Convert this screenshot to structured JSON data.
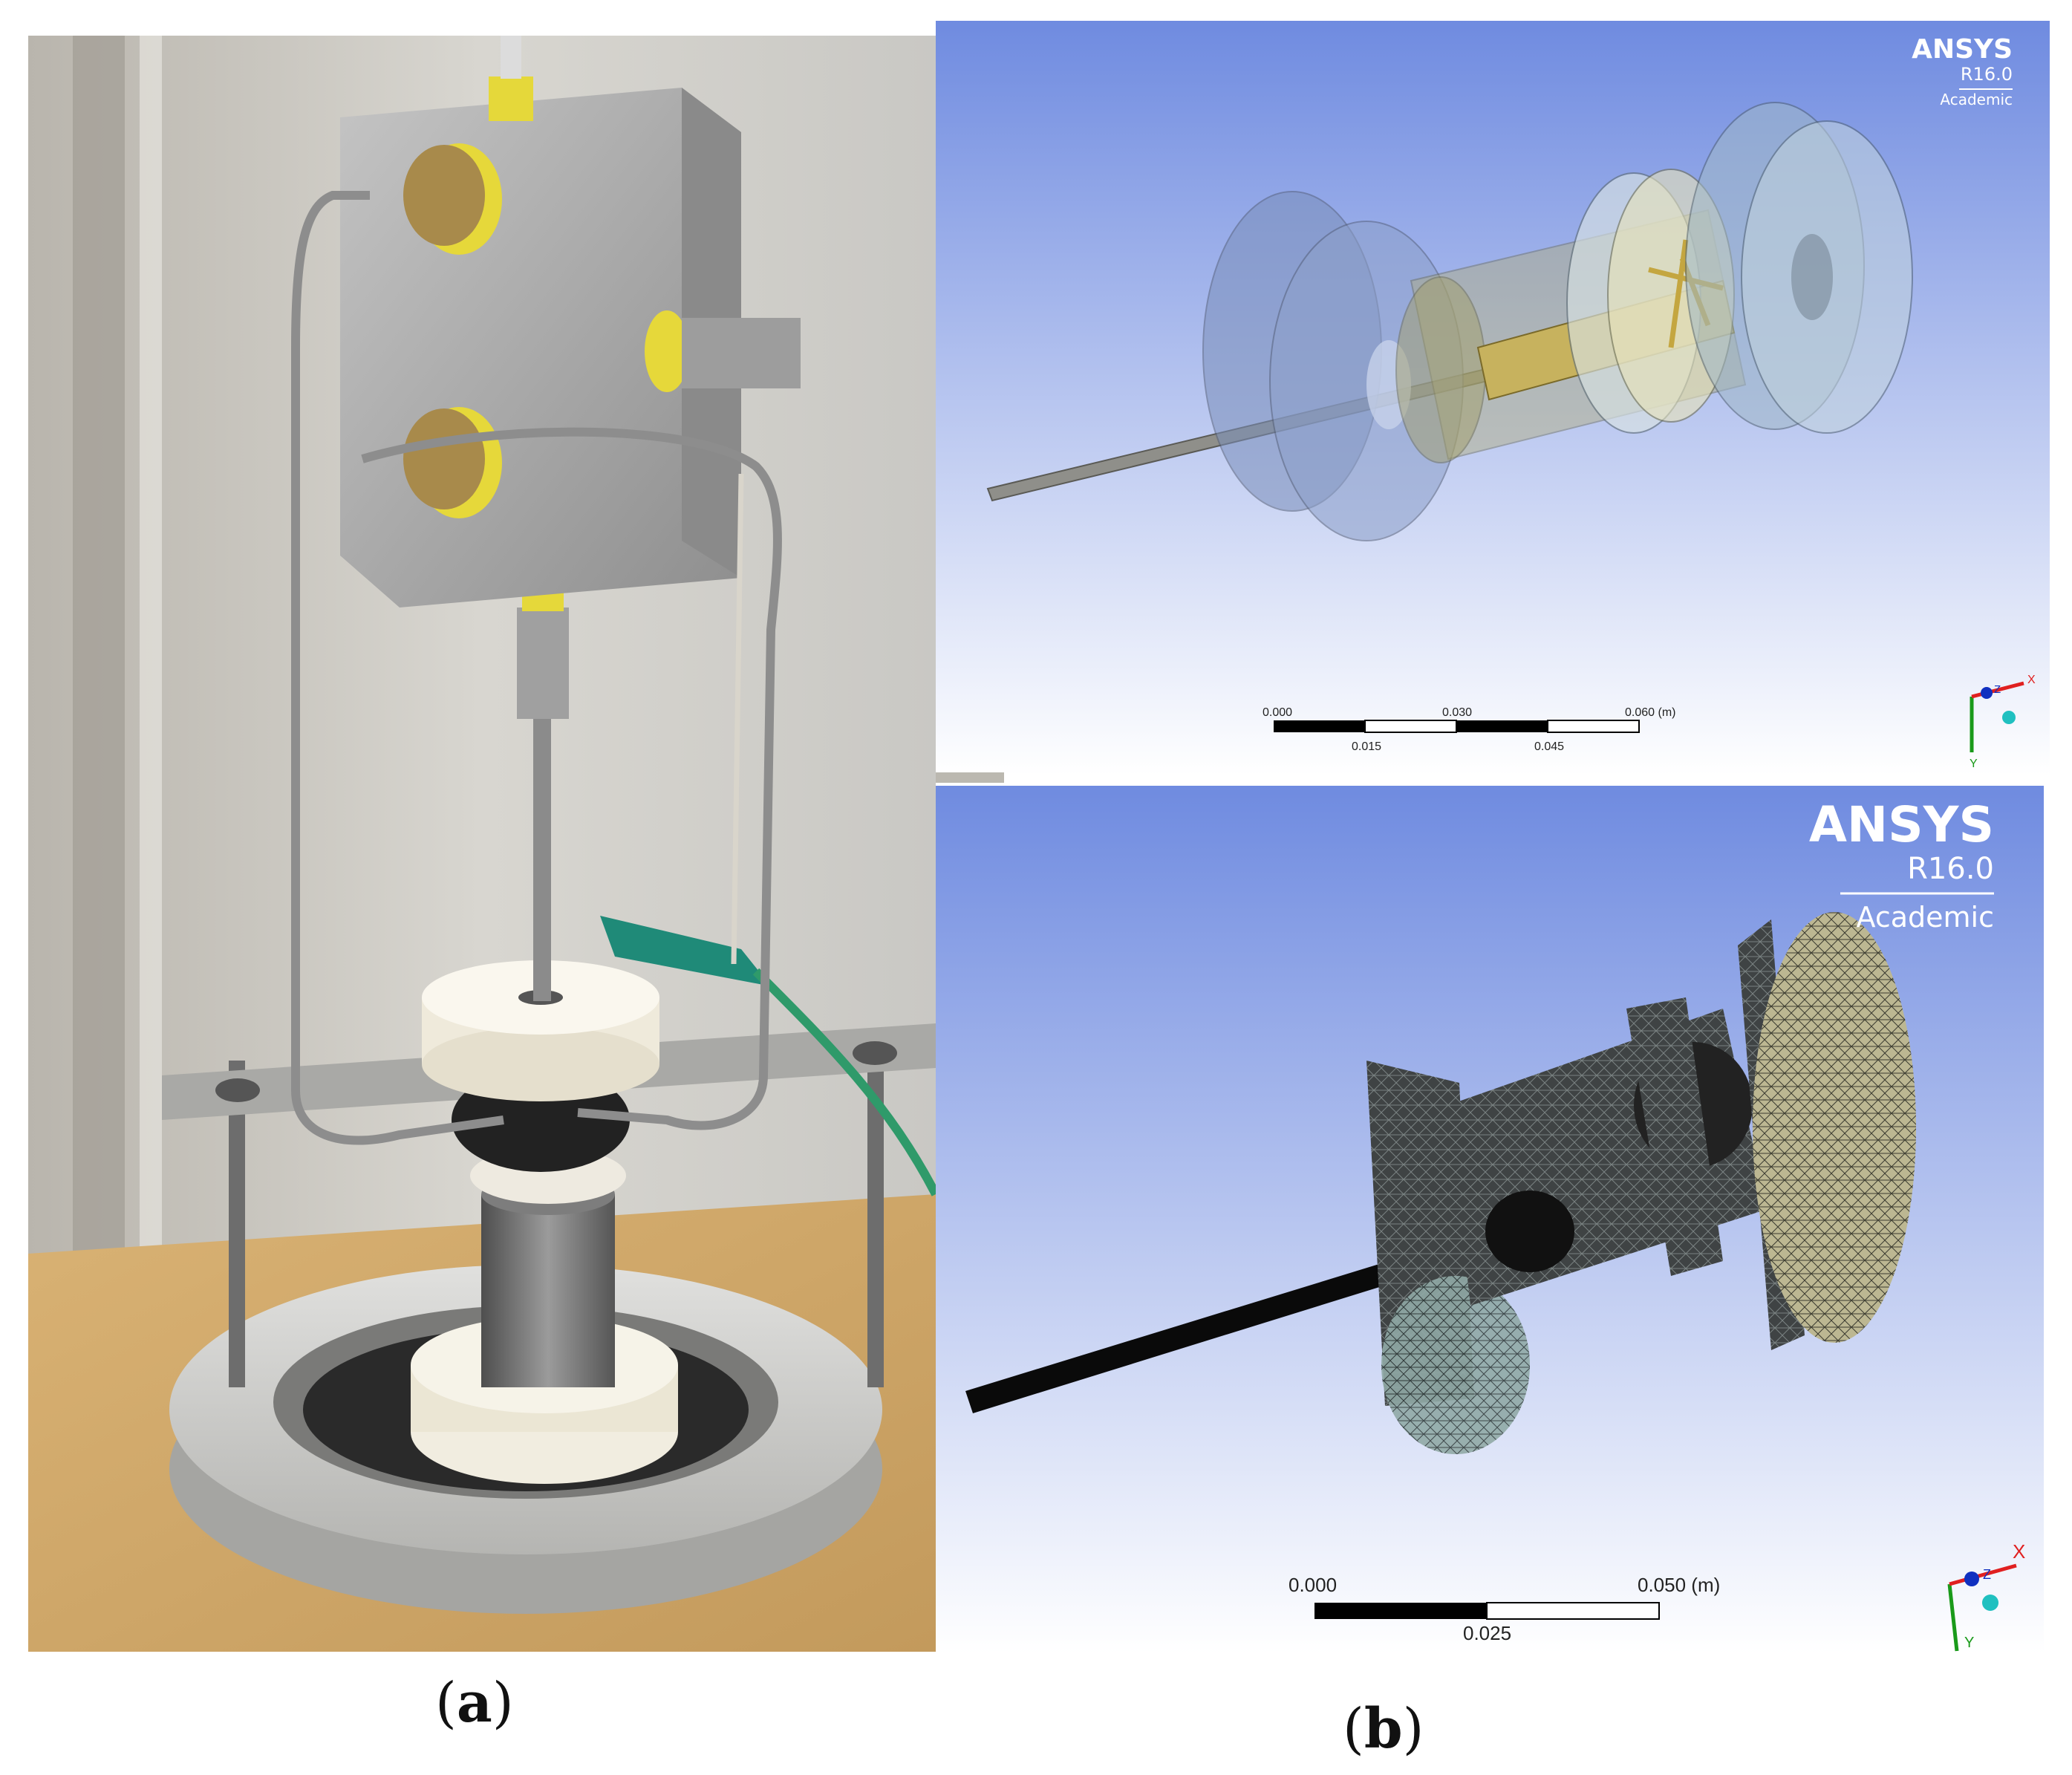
{
  "panels": {
    "a": {
      "caption_open": "(",
      "caption_letter": "a",
      "caption_close": ")"
    },
    "b": {
      "caption_open": "(",
      "caption_letter": "b",
      "caption_close": ")"
    }
  },
  "watermark_top": {
    "brand": "ANSYS",
    "version": "R16.0",
    "edition": "Academic"
  },
  "watermark_bottom": {
    "brand": "ANSYS",
    "version": "R16.0",
    "edition": "Academic"
  },
  "scale_top": {
    "labels_above": [
      "0.000",
      "0.030",
      "0.060 (m)"
    ],
    "labels_below": [
      "0.015",
      "0.045"
    ]
  },
  "scale_bottom": {
    "labels_above": [
      "0.000",
      "0.050 (m)"
    ],
    "labels_below": [
      "0.025"
    ]
  },
  "axis_top": {
    "x": "X",
    "y": "Y",
    "z": "Z"
  },
  "axis_bottom": {
    "x": "X",
    "y": "Y",
    "z": "Z"
  },
  "colors": {
    "viewport_top": "#6f8be0",
    "viewport_bottom": "#ffffff",
    "axis_x": "#e02020",
    "axis_y": "#1a9a1a",
    "axis_z": "#1030c0"
  }
}
